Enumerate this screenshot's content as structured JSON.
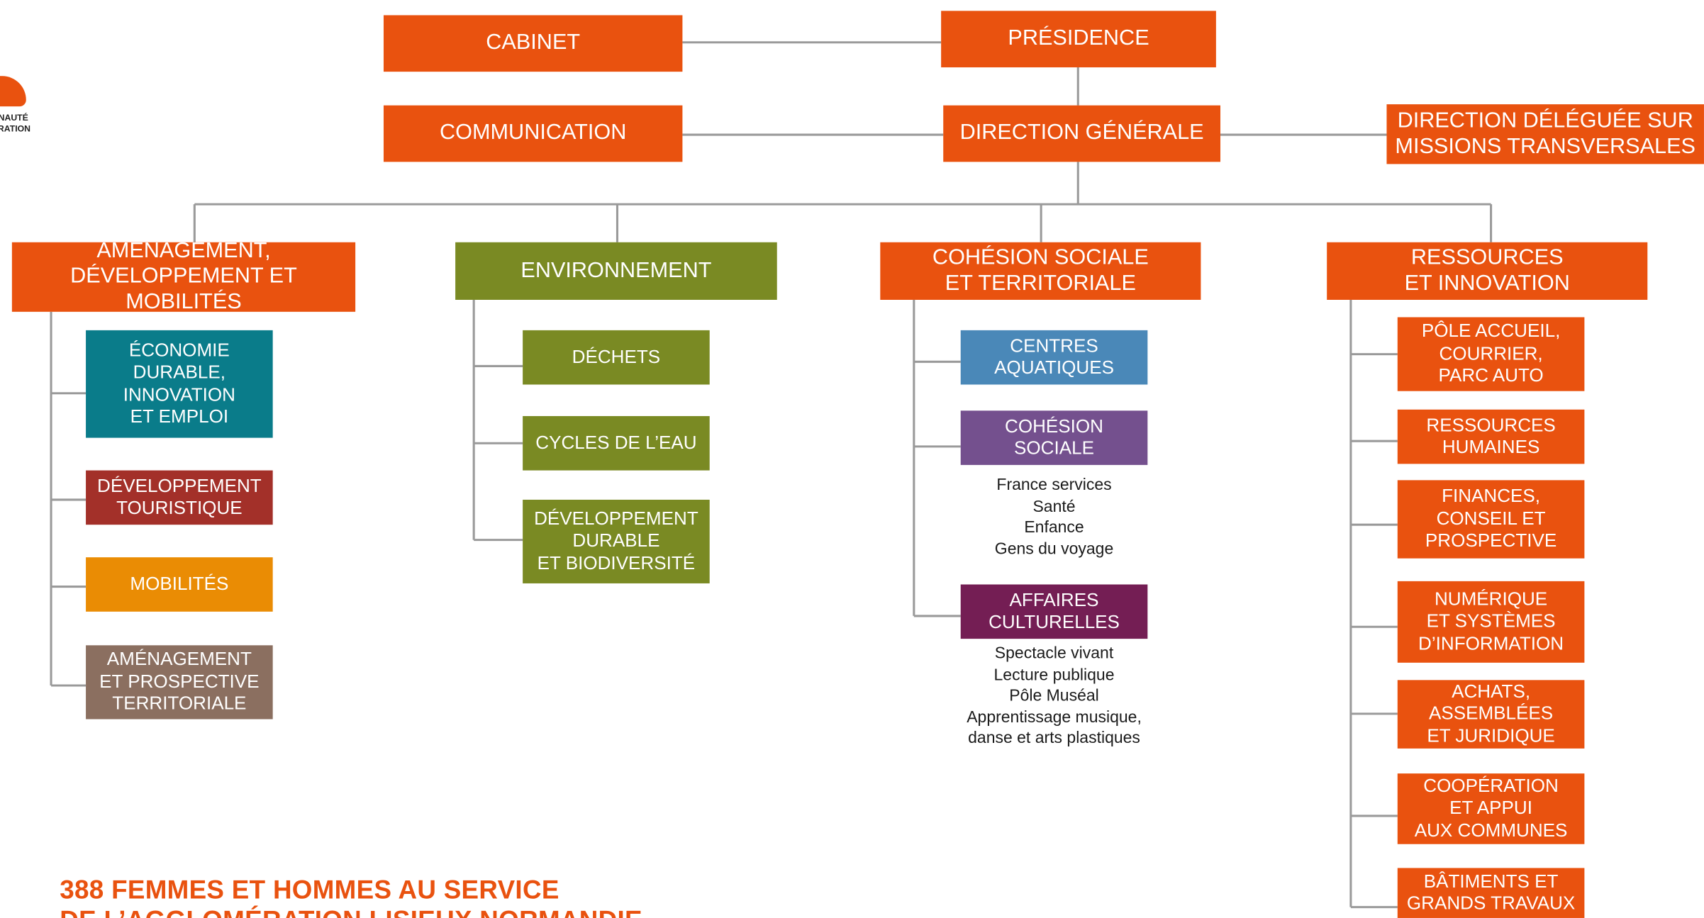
{
  "colors": {
    "orange": "#e9520f",
    "olive": "#7a8a23",
    "teal": "#0a7c8a",
    "darkred": "#a33029",
    "amber": "#ea8c04",
    "taupe": "#8b6f60",
    "blue": "#4a88b8",
    "purple": "#74508e",
    "plum": "#741e54",
    "line": "#9a9a9a"
  },
  "logo": {
    "line1": "NAUTÉ",
    "line2": "RATION"
  },
  "top": {
    "cabinet": "CABINET",
    "presidence": "PRÉSIDENCE",
    "communication": "COMMUNICATION",
    "direction_generale": "DIRECTION GÉNÉRALE",
    "direction_deleguee": "DIRECTION DÉLÉGUÉE SUR\nMISSIONS TRANSVERSALES"
  },
  "pillars": {
    "amenagement": {
      "title": "AMÉNAGEMENT,\nDÉVELOPPEMENT ET MOBILITÉS",
      "children": [
        "ÉCONOMIE\nDURABLE,\nINNOVATION\nET EMPLOI",
        "DÉVELOPPEMENT\nTOURISTIQUE",
        "MOBILITÉS",
        "AMÉNAGEMENT\nET PROSPECTIVE\nTERRITORIALE"
      ]
    },
    "environnement": {
      "title": "ENVIRONNEMENT",
      "children": [
        "DÉCHETS",
        "CYCLES DE L’EAU",
        "DÉVELOPPEMENT\nDURABLE\nET BIODIVERSITÉ"
      ]
    },
    "cohesion": {
      "title": "COHÉSION SOCIALE\nET TERRITORIALE",
      "children": [
        "CENTRES\nAQUATIQUES",
        "COHÉSION\nSOCIALE",
        "AFFAIRES\nCULTURELLES"
      ],
      "cohesion_sociale_items": [
        "France services",
        "Santé",
        "Enfance",
        "Gens du voyage"
      ],
      "affaires_culturelles_items": [
        "Spectacle vivant",
        "Lecture publique",
        "Pôle Muséal",
        "Apprentissage musique,",
        "danse et arts plastiques"
      ]
    },
    "ressources": {
      "title": "RESSOURCES\nET INNOVATION",
      "children": [
        "PÔLE  ACCUEIL,\nCOURRIER,\nPARC AUTO",
        "RESSOURCES\nHUMAINES",
        "FINANCES,\nCONSEIL ET\nPROSPECTIVE",
        "NUMÉRIQUE\nET SYSTÈMES\nD’INFORMATION",
        "ACHATS,\nASSEMBLÉES\nET JURIDIQUE",
        "COOPÉRATION\nET APPUI\nAUX COMMUNES",
        "BÂTIMENTS ET\nGRANDS TRAVAUX"
      ]
    }
  },
  "footer": {
    "line1": "388 FEMMES ET HOMMES AU SERVICE",
    "line2": "DE L’AGGLOMÉRATION LISIEUX NORMANDIE"
  }
}
